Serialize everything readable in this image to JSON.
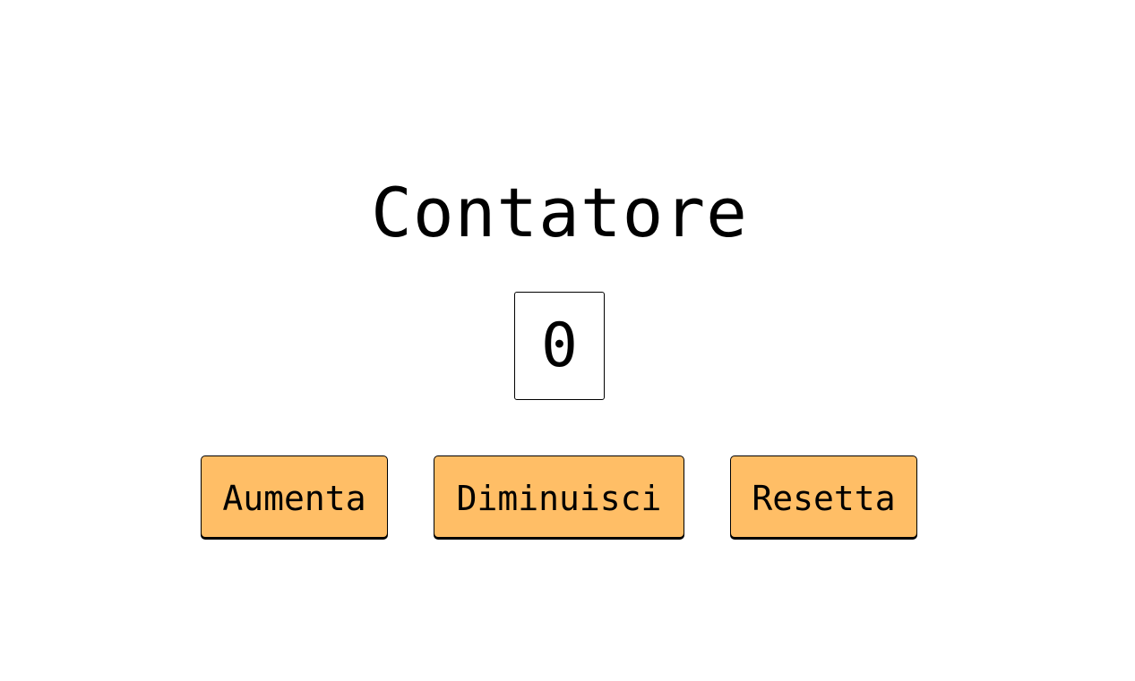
{
  "title": "Contatore",
  "counter": {
    "value": "0"
  },
  "buttons": {
    "increment_label": "Aumenta",
    "decrement_label": "Diminuisci",
    "reset_label": "Resetta"
  },
  "colors": {
    "background": "#ffffff",
    "button_fill": "#ffbe66",
    "border": "#000000",
    "text": "#000000"
  }
}
